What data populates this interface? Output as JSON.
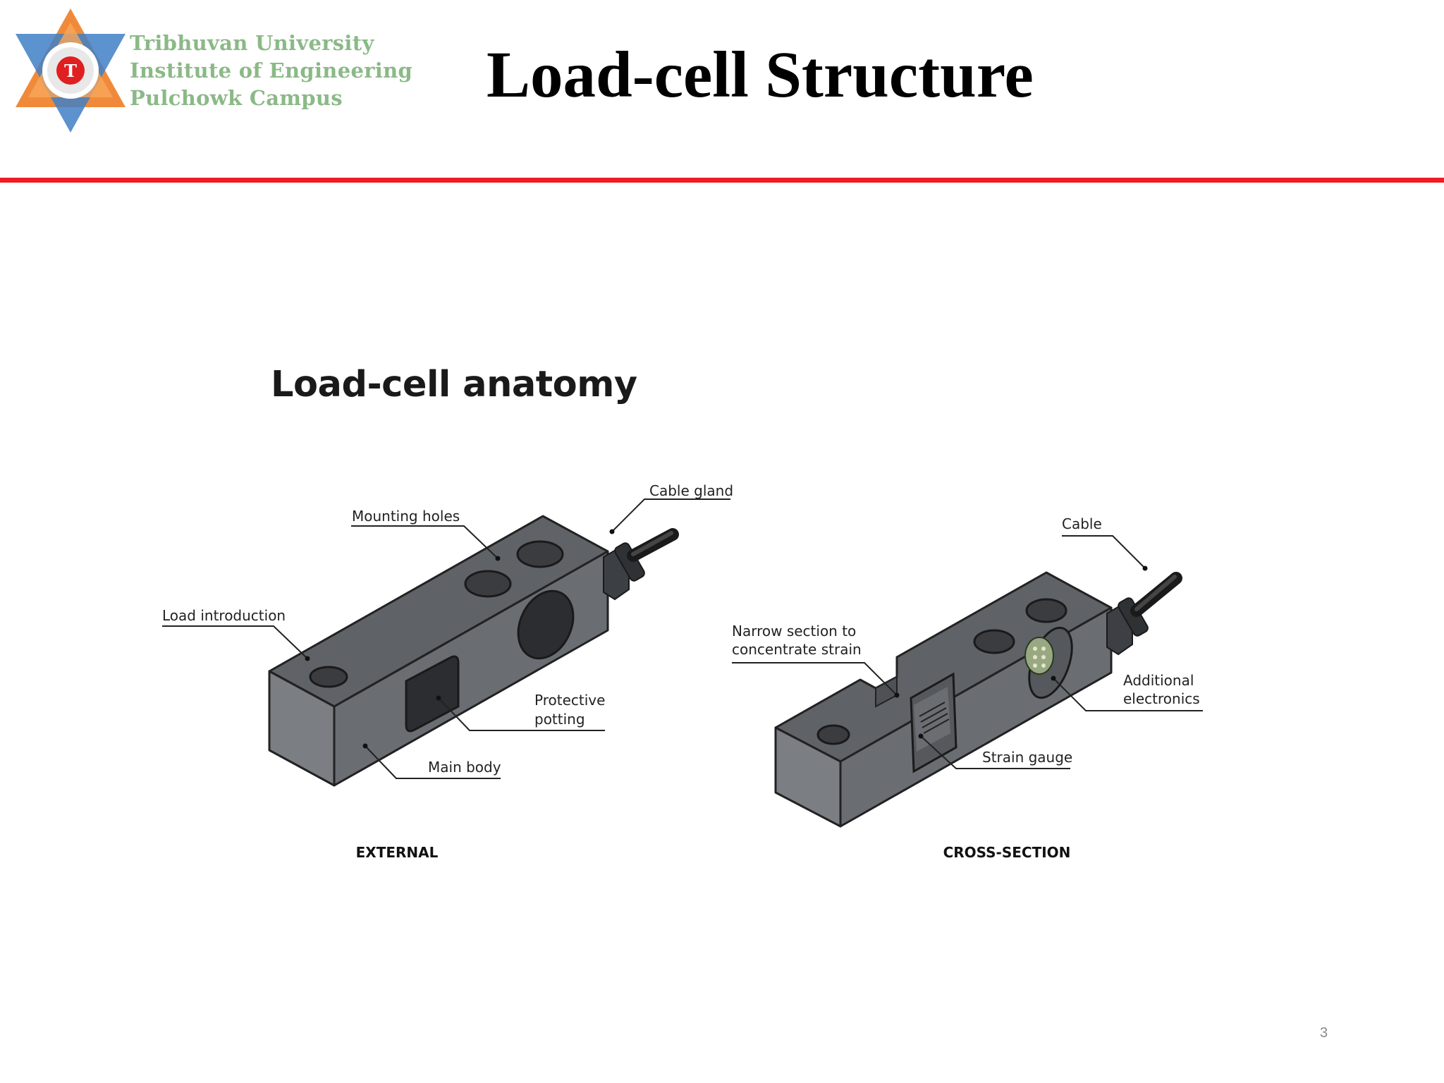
{
  "header": {
    "institution_lines": [
      "Tribhuvan University",
      "Institute of  Engineering",
      "Pulchowk Campus"
    ],
    "title": "Load-cell Structure"
  },
  "diagram": {
    "heading": "Load-cell anatomy",
    "external": {
      "caption": "EXTERNAL",
      "labels": {
        "cable_gland": "Cable gland",
        "mounting_holes": "Mounting holes",
        "load_introduction": "Load introduction",
        "protective_potting": [
          "Protective",
          "potting"
        ],
        "main_body": "Main body"
      }
    },
    "cross_section": {
      "caption": "CROSS-SECTION",
      "labels": {
        "cable": "Cable",
        "narrow_section": [
          "Narrow section to",
          "concentrate strain"
        ],
        "additional_electronics": [
          "Additional",
          "electronics"
        ],
        "strain_gauge": "Strain gauge"
      }
    }
  },
  "footer": {
    "page_number": "3"
  },
  "colors": {
    "accent_rule": "#ee1d23",
    "institution_text": "#8bb987",
    "logo_orange": "#f08a3a",
    "logo_blue": "#3f7fc6",
    "body_top": "#5f6266",
    "body_front": "#7b7f84",
    "body_side": "#494c50"
  }
}
